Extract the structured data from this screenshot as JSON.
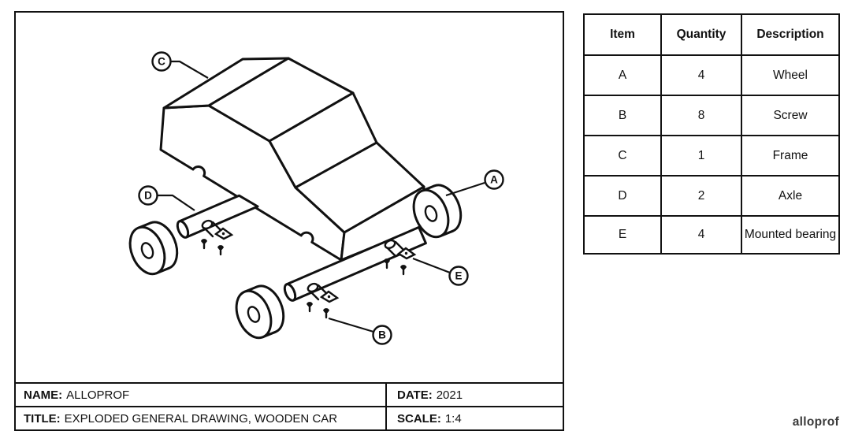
{
  "drawing": {
    "callouts": [
      {
        "label": "A"
      },
      {
        "label": "B"
      },
      {
        "label": "C"
      },
      {
        "label": "D"
      },
      {
        "label": "E"
      }
    ]
  },
  "title_block": {
    "name_label": "NAME:",
    "name_value": "ALLOPROF",
    "date_label": "DATE:",
    "date_value": "2021",
    "title_label": "TITLE:",
    "title_value": "EXPLODED GENERAL DRAWING, WOODEN CAR",
    "scale_label": "SCALE:",
    "scale_value": "1:4"
  },
  "parts_table": {
    "headers": [
      "Item",
      "Quantity",
      "Description"
    ],
    "rows": [
      {
        "item": "A",
        "quantity": "4",
        "description": "Wheel"
      },
      {
        "item": "B",
        "quantity": "8",
        "description": "Screw"
      },
      {
        "item": "C",
        "quantity": "1",
        "description": "Frame"
      },
      {
        "item": "D",
        "quantity": "2",
        "description": "Axle"
      },
      {
        "item": "E",
        "quantity": "4",
        "description": "Mounted bearing"
      }
    ]
  },
  "logo": {
    "text": "alloprof"
  }
}
